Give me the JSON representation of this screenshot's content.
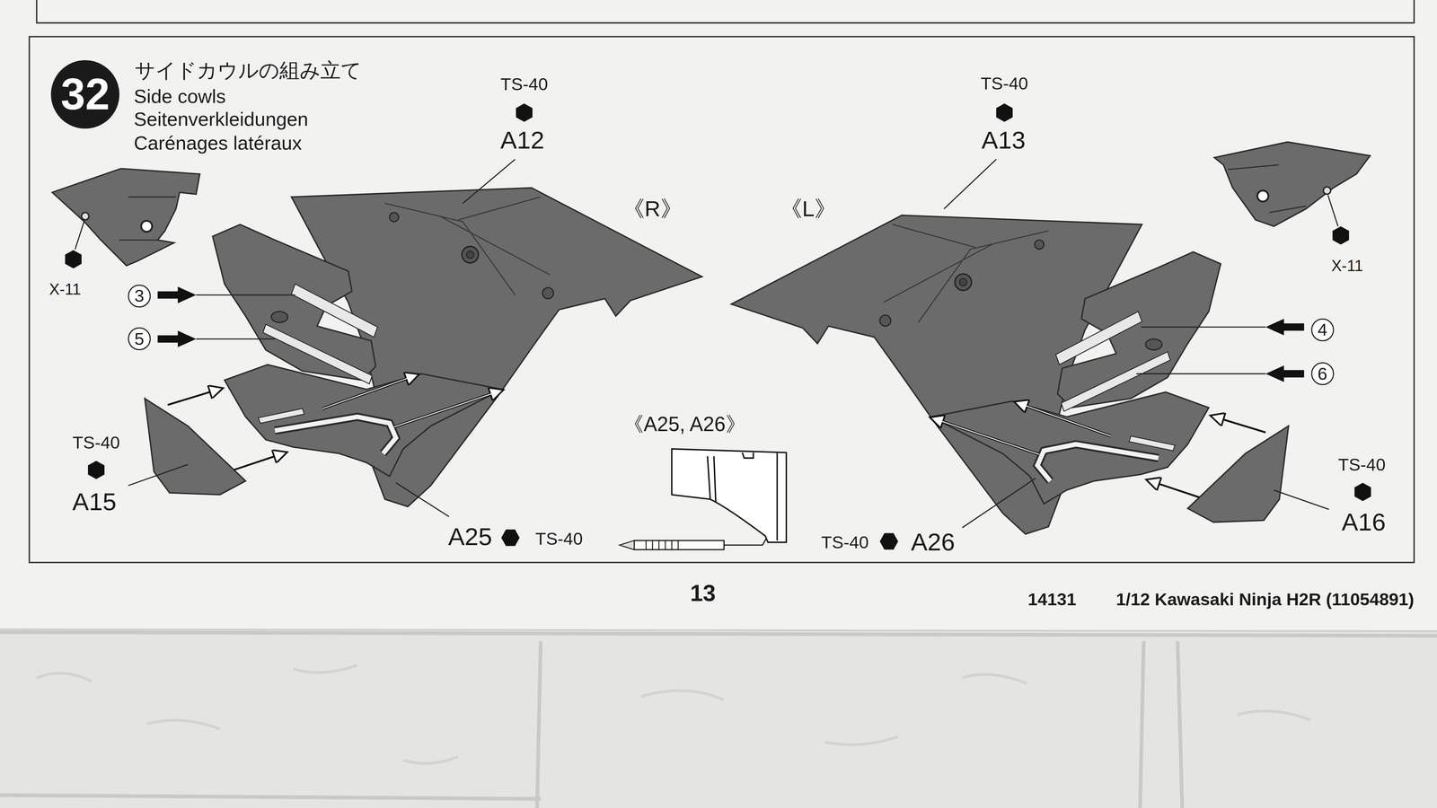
{
  "diagram": {
    "title": "サイドカウルの組み立て",
    "nodes": [
      {
        "text": [
          "32"
        ]
      },
      {
        "text": [
          "3"
        ]
      },
      {
        "text": [
          "5"
        ]
      },
      {
        "text": [
          "4"
        ]
      },
      {
        "text": [
          "6"
        ]
      }
    ],
    "labels": [
      "Side cowls",
      "Seitenverkleidungen",
      "Carénages latéraux",
      "TS-40",
      "A12",
      "TS-40",
      "A13",
      "《R》",
      "《L》",
      "X-11",
      "X-11",
      "TS-40",
      "A15",
      "A25",
      "TS-40",
      "《A25, A26》",
      "TS-40",
      "A26",
      "TS-40",
      "A16",
      "13",
      "14131",
      "1/12 Kawasaki Ninja H2R (11054891)"
    ]
  }
}
